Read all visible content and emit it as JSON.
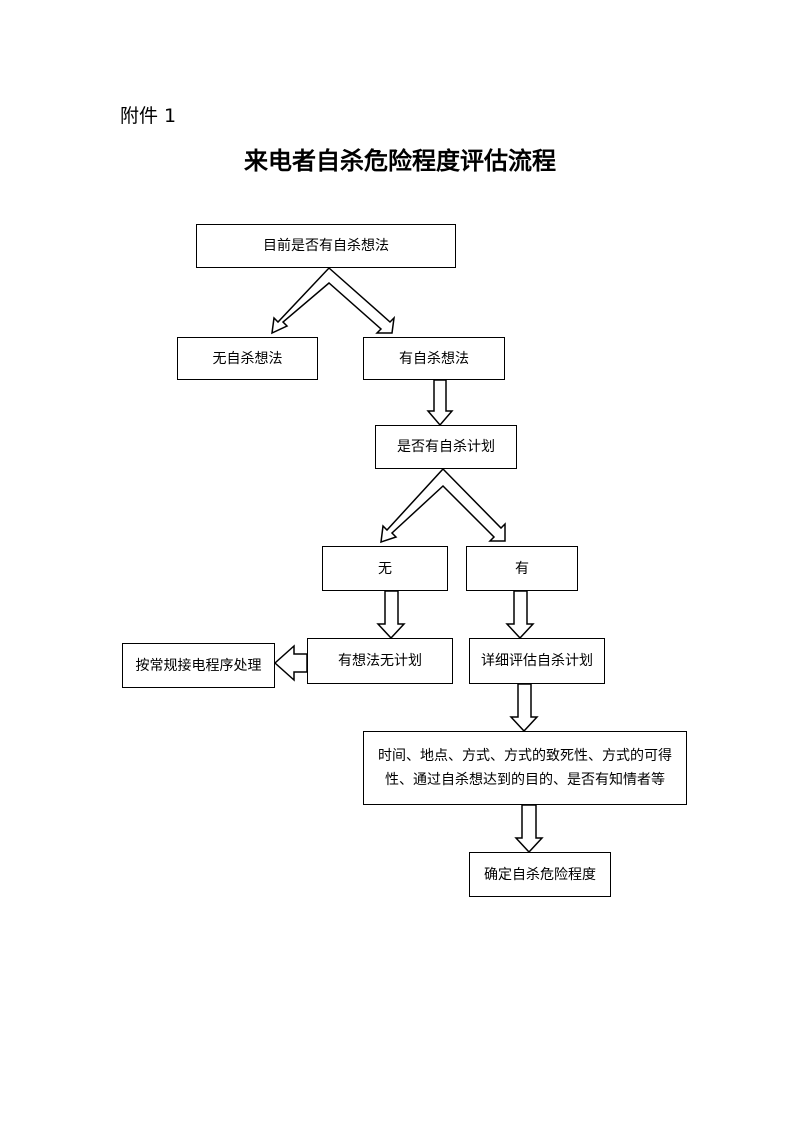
{
  "header": {
    "annex_label": "附件 1",
    "title": "来电者自杀危险程度评估流程"
  },
  "nodes": {
    "current_thought": "目前是否有自杀想法",
    "no_thought": "无自杀想法",
    "has_thought": "有自杀想法",
    "has_plan_question": "是否有自杀计划",
    "no": "无",
    "yes": "有",
    "thought_no_plan": "有想法无计划",
    "routine_process": "按常规接电程序处理",
    "detail_assess": "详细评估自杀计划",
    "assess_details": "时间、地点、方式、方式的致死性、方式的可得性、通过自杀想达到的目的、是否有知情者等",
    "determine_level": "确定自杀危险程度"
  }
}
